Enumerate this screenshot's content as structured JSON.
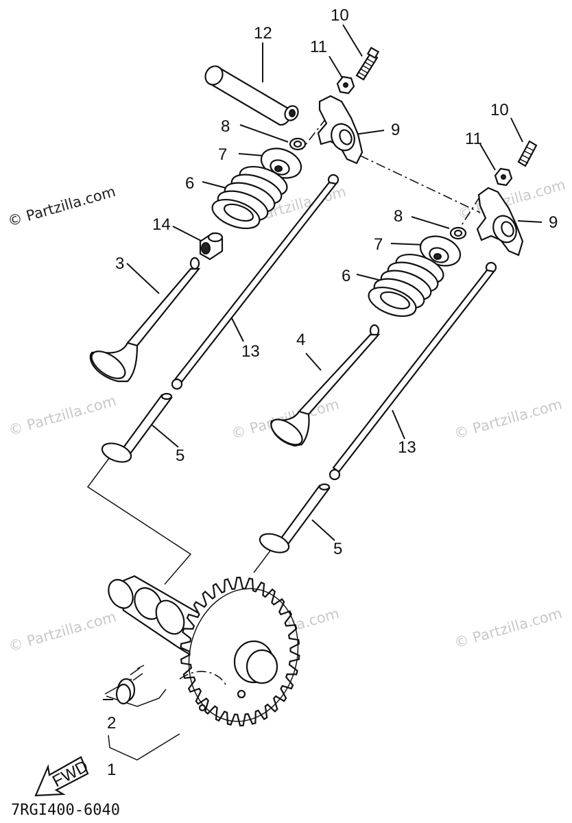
{
  "watermark": "© Partzilla.com",
  "diagram_code": "7RGI400-6040",
  "fwd_label": "FWD",
  "labels": {
    "p1": "1",
    "p2": "2",
    "p3": "3",
    "p4": "4",
    "p5a": "5",
    "p5b": "5",
    "p6a": "6",
    "p6b": "6",
    "p7a": "7",
    "p7b": "7",
    "p8a": "8",
    "p8b": "8",
    "p9a": "9",
    "p9b": "9",
    "p10a": "10",
    "p10b": "10",
    "p11a": "11",
    "p11b": "11",
    "p12": "12",
    "p13a": "13",
    "p13b": "13",
    "p14": "14"
  }
}
